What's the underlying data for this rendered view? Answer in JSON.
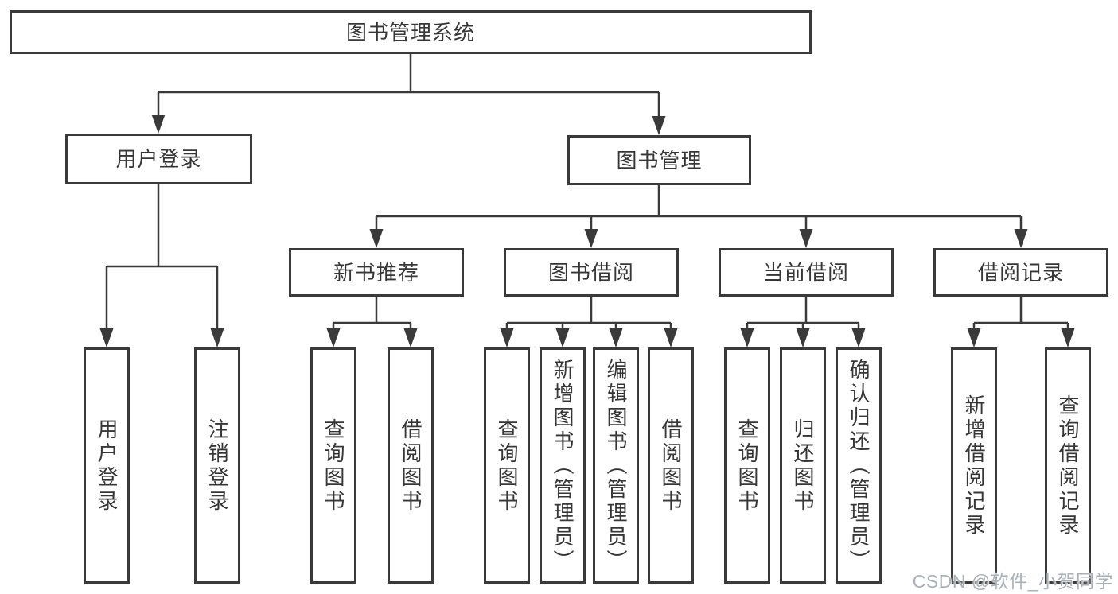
{
  "tree": {
    "root": {
      "label": "图书管理系统"
    },
    "children": [
      {
        "label": "用户登录",
        "children": [
          {
            "label": "用户登录"
          },
          {
            "label": "注销登录"
          }
        ]
      },
      {
        "label": "图书管理",
        "children": [
          {
            "label": "新书推荐",
            "children": [
              {
                "label": "查询图书"
              },
              {
                "label": "借阅图书"
              }
            ]
          },
          {
            "label": "图书借阅",
            "children": [
              {
                "label": "查询图书"
              },
              {
                "label": "新增图书（管理员）"
              },
              {
                "label": "编辑图书（管理员）"
              },
              {
                "label": "借阅图书"
              }
            ]
          },
          {
            "label": "当前借阅",
            "children": [
              {
                "label": "查询图书"
              },
              {
                "label": "归还图书"
              },
              {
                "label": "确认归还（管理员）"
              }
            ]
          },
          {
            "label": "借阅记录",
            "children": [
              {
                "label": "新增借阅记录"
              },
              {
                "label": "查询借阅记录"
              }
            ]
          }
        ]
      }
    ]
  },
  "watermark": {
    "text": "CSDN @软件_小贺同学"
  },
  "colors": {
    "background": "#ffffff",
    "box_fill": "#ffffff",
    "box_border": "#3a3a3a",
    "line": "#3a3a3a",
    "text": "#363636",
    "watermark": "#a9b1b9"
  }
}
